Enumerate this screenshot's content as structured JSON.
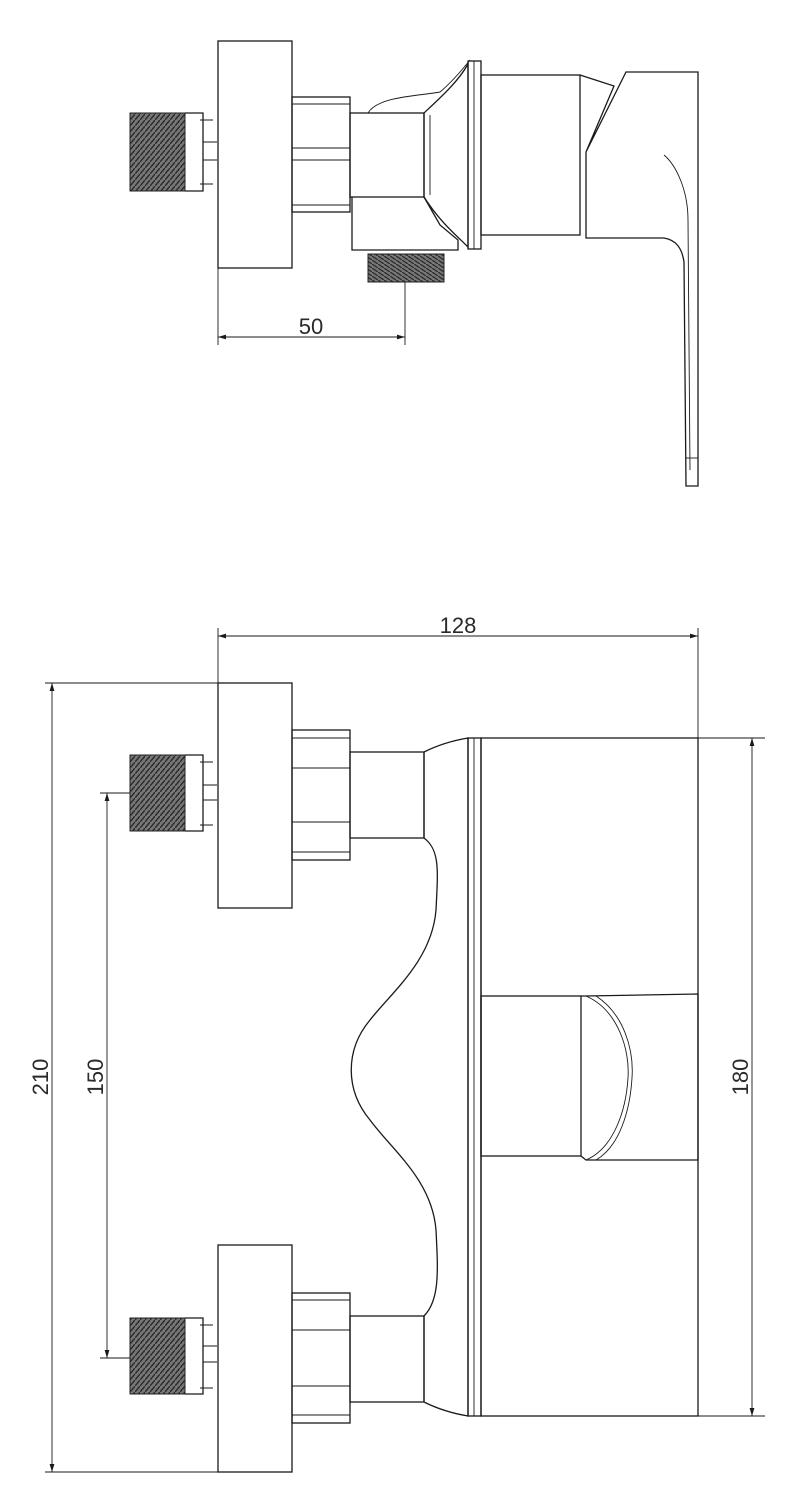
{
  "top_view": {
    "dimensions": {
      "inlet_to_outlet": "50"
    }
  },
  "front_view": {
    "dimensions": {
      "total_width": "128",
      "total_height": "210",
      "inlet_spacing": "150",
      "body_height": "180"
    }
  },
  "colors": {
    "line": "#1a1a1a",
    "thread": "#5a5a5a",
    "background": "#ffffff"
  }
}
